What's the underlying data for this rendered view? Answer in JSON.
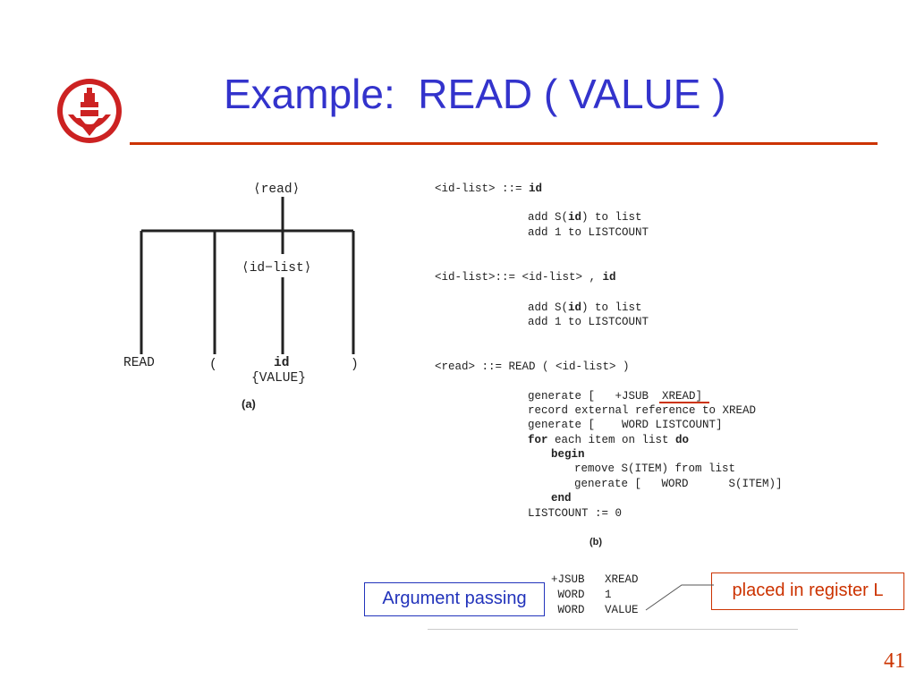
{
  "slide": {
    "title": "Example:  READ ( VALUE )",
    "page_number": "41"
  },
  "tree": {
    "root": "⟨read⟩",
    "node": "⟨id−list⟩",
    "leaf_read": "READ",
    "leaf_lparen": "(",
    "leaf_id": "id",
    "leaf_value": "{VALUE}",
    "leaf_rparen": ")",
    "caption": "(a)"
  },
  "code": {
    "rule1": "<id-list> ::= ",
    "rule1_id": "id",
    "r1_l1_a": "add S(",
    "r1_l1_b": "id",
    "r1_l1_c": ") to list",
    "r1_l2": "add 1 to LISTCOUNT",
    "rule2": "<id-list>::= <id-list> , ",
    "rule2_id": "id",
    "r2_l1_a": "add S(",
    "r2_l1_b": "id",
    "r2_l1_c": ") to list",
    "r2_l2": "add 1 to LISTCOUNT",
    "rule3": "<read> ::= READ ( <id-list> )",
    "g1": "generate [   +JSUB  XREAD]",
    "g2": "record external reference to XREAD",
    "g3": "generate [    WORD LISTCOUNT]",
    "g4_for": "for",
    "g4_mid": " each item on list ",
    "g4_do": "do",
    "g5": "begin",
    "g6": "remove S(ITEM) from list",
    "g7": "generate [   WORD      S(ITEM)]",
    "g8": "end",
    "g9": "LISTCOUNT := 0",
    "caption": "(b)"
  },
  "output": {
    "line1": "+JSUB   XREAD",
    "line2": " WORD   1",
    "line3": " WORD   VALUE"
  },
  "callouts": {
    "left": "Argument passing",
    "right": "placed in register L"
  },
  "colors": {
    "title": "#3333cc",
    "accent_red": "#cc3300",
    "callout_blue": "#2233bb"
  }
}
